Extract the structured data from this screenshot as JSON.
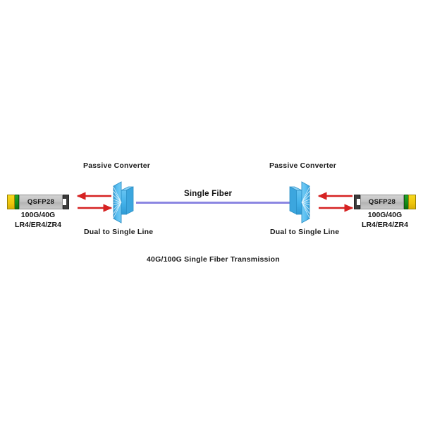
{
  "diagram": {
    "caption": "40G/100G Single Fiber Transmission",
    "link_label": "Single Fiber",
    "colors": {
      "fiber": "#8b86e2",
      "arrow": "#d62222",
      "converter_light": "#5bbcee",
      "converter_mid": "#3aa7e0",
      "converter_dark": "#1f7fb8",
      "module_body": "#c2c2c2",
      "tab_yellow": "#eec40c",
      "tab_green": "#148a17",
      "bracket": "#3c3c3c",
      "text": "#1a1a1a"
    },
    "left": {
      "module_label": "QSFP28",
      "module_caption_line1": "100G/40G",
      "module_caption_line2": "LR4/ER4/ZR4",
      "converter_label_top": "Passive Converter",
      "converter_label_bottom": "Dual to Single Line",
      "arrow_top_direction": "left",
      "arrow_bottom_direction": "right"
    },
    "right": {
      "module_label": "QSFP28",
      "module_caption_line1": "100G/40G",
      "module_caption_line2": "LR4/ER4/ZR4",
      "converter_label_top": "Passive Converter",
      "converter_label_bottom": "Dual to Single Line",
      "arrow_top_direction": "left",
      "arrow_bottom_direction": "right"
    }
  }
}
